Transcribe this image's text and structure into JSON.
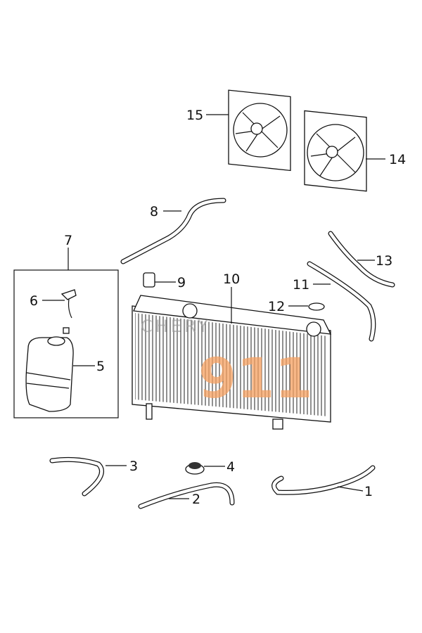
{
  "diagram": {
    "callouts": {
      "p1": "1",
      "p2": "2",
      "p3": "3",
      "p4": "4",
      "p5": "5",
      "p6": "6",
      "p7": "7",
      "p8": "8",
      "p9": "9",
      "p10": "10",
      "p11": "11",
      "p12": "12",
      "p13": "13",
      "p14": "14",
      "p15": "15"
    },
    "watermark": {
      "number": "911",
      "brand": "CHERY",
      "color": "#f5a060"
    }
  }
}
